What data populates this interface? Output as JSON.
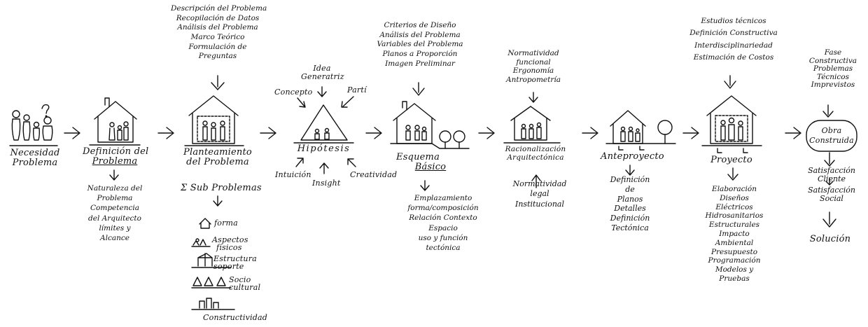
{
  "stages": {
    "s1": {
      "label": [
        "Necesidad",
        "Problema"
      ]
    },
    "s2": {
      "label": [
        "Definición del",
        "Problema"
      ],
      "below": [
        "Naturaleza del",
        "Problema",
        "Competencia",
        "del Arquitecto",
        "límites y",
        "Alcance"
      ]
    },
    "s3": {
      "above": [
        "Descripción del Problema",
        "Recopilación de Datos",
        "Análisis del Problema",
        "Marco Teórico",
        "Formulación de",
        "Preguntas"
      ],
      "label": [
        "Planteamiento",
        "del Problema"
      ],
      "sum": "Σ Sub Problemas",
      "subs": [
        "forma",
        "Aspectos",
        "físicos",
        "Estructura",
        "soporte",
        "Socio",
        "cultural",
        "Constructividad"
      ]
    },
    "s4": {
      "top": [
        "Idea",
        "Generatriz"
      ],
      "left": "Concepto",
      "right": "Partí",
      "label": "Hipótesis",
      "bl": "Intuición",
      "bm": "Insight",
      "br": "Creatividad"
    },
    "s5": {
      "above": [
        "Criterios de Diseño",
        "Análisis del Problema",
        "Variables del Problema",
        "Planos a Proporción",
        "Imagen Preliminar"
      ],
      "label": [
        "Esquema",
        "Básico"
      ],
      "below": [
        "Emplazamiento",
        "forma/composición",
        "Relación Contexto",
        "Espacio",
        "uso y función",
        "tectónica"
      ]
    },
    "s6": {
      "above": [
        "Normatividad",
        "funcional",
        "Ergonomía",
        "Antropometría"
      ],
      "label": [
        "Racionalización",
        "Arquitectónica"
      ],
      "below": [
        "Normatividad",
        "legal",
        "Institucional"
      ]
    },
    "s7": {
      "label": "Anteproyecto",
      "below": [
        "Definición",
        "de",
        "Planos",
        "Detalles",
        "Definición",
        "Tectónica"
      ]
    },
    "s8": {
      "above": [
        "Estudios técnicos",
        "Definición Constructiva",
        "Interdisciplinariedad",
        "Estimación de Costos"
      ],
      "label": "Proyecto",
      "below": [
        "Elaboración",
        "Diseños",
        "Eléctricos",
        "Hidrosanitarios",
        "Estructurales",
        "Impacto",
        "Ambiental",
        "Presupuesto",
        "Programación",
        "Modelos y",
        "Pruebas"
      ]
    },
    "s9": {
      "above": [
        "Fase",
        "Constructiva",
        "Problemas",
        "Técnicos",
        "Imprevistos"
      ],
      "box": [
        "Obra",
        "Construida"
      ],
      "below": [
        "Satisfacción",
        "Cliente",
        "Satisfacción",
        "Social"
      ],
      "end": "Solución"
    }
  }
}
